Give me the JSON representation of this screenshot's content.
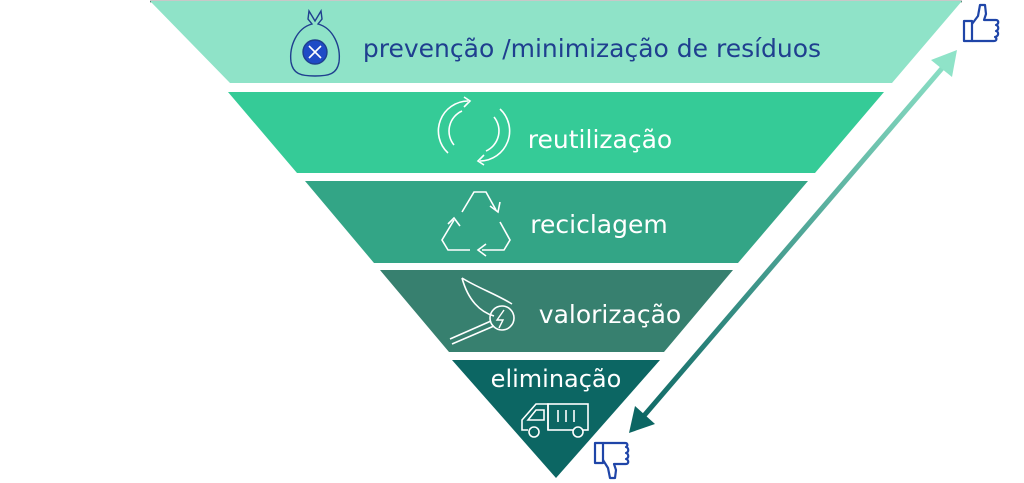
{
  "tiers": [
    {
      "label": "prevenção /minimização de resíduos",
      "icon": "waste-bag-icon",
      "fill": "#8fe3c8",
      "text_color": "#1f3f8f"
    },
    {
      "label": "reutilização",
      "icon": "reuse-cycle-icon",
      "fill": "#35cb97",
      "text_color": "#ffffff"
    },
    {
      "label": "reciclagem",
      "icon": "recycle-icon",
      "fill": "#33a586",
      "text_color": "#ffffff"
    },
    {
      "label": "valorização",
      "icon": "energy-recovery-icon",
      "fill": "#37806f",
      "text_color": "#ffffff"
    },
    {
      "label": "eliminação",
      "icon": "garbage-truck-icon",
      "fill": "#0c6663",
      "text_color": "#ffffff"
    }
  ],
  "top_icon": "thumbs-up-icon",
  "bottom_icon": "thumbs-down-icon",
  "icon_color": "#1f45a8",
  "arrow_colors": {
    "top": "#8fe3c8",
    "bottom": "#0c6663"
  }
}
